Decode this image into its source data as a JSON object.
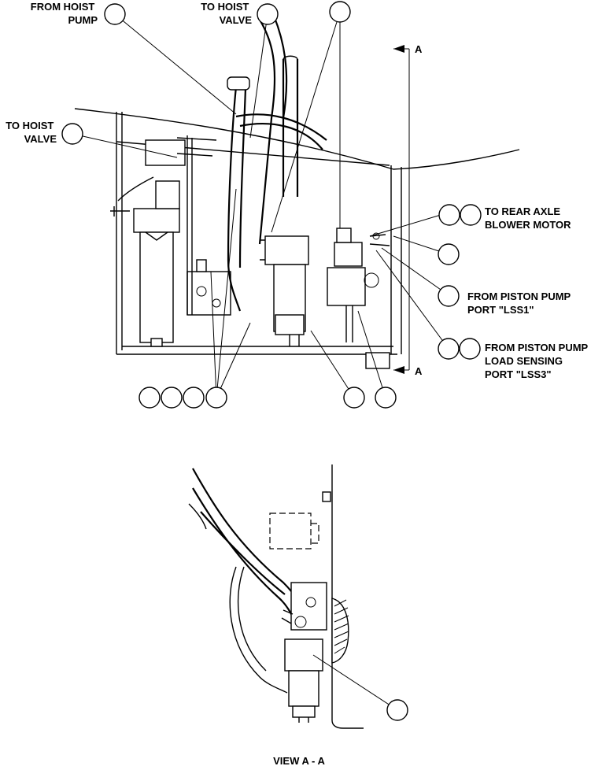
{
  "labels": {
    "from_hoist_pump": [
      "FROM HOIST",
      "PUMP"
    ],
    "to_hoist_valve_top": [
      "TO HOIST",
      "VALVE"
    ],
    "to_hoist_valve_left": [
      "TO HOIST",
      "VALVE"
    ],
    "to_rear_axle": [
      "TO REAR AXLE",
      "BLOWER MOTOR"
    ],
    "from_piston_pump_lss1": [
      "FROM PISTON PUMP",
      "PORT \"LSS1\""
    ],
    "from_piston_pump_lss3": [
      "FROM PISTON PUMP",
      "LOAD SENSING",
      "PORT \"LSS3\""
    ],
    "section_a_top": "A",
    "section_a_bottom": "A",
    "view_title": "VIEW A - A"
  }
}
